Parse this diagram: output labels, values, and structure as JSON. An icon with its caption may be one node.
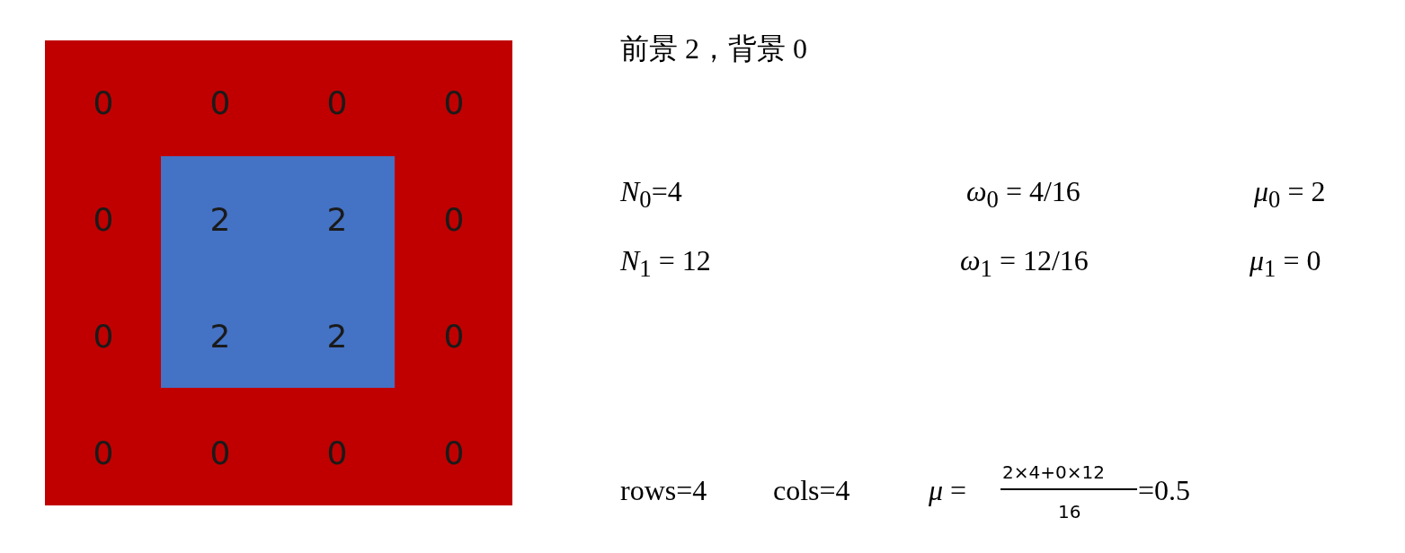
{
  "diagram": {
    "labels": [
      "0",
      "0",
      "0",
      "0",
      "0",
      "2",
      "2",
      "0",
      "0",
      "2",
      "2",
      "0",
      "0",
      "0",
      "0",
      "0",
      "前景 2，背景 0",
      "*N*$_{0}$=4",
      "*ω*$_{0}$ = 4/16",
      "*μ*$_{0}$ = 2",
      "*N*$_{1}$ = 12",
      "*ω*$_{1}$ = 12/16",
      "*μ*$_{1}$ = 0",
      "rows=4",
      "cols=4",
      "*μ* =",
      "2×4+0×12",
      "16",
      "=0.5"
    ]
  }
}
